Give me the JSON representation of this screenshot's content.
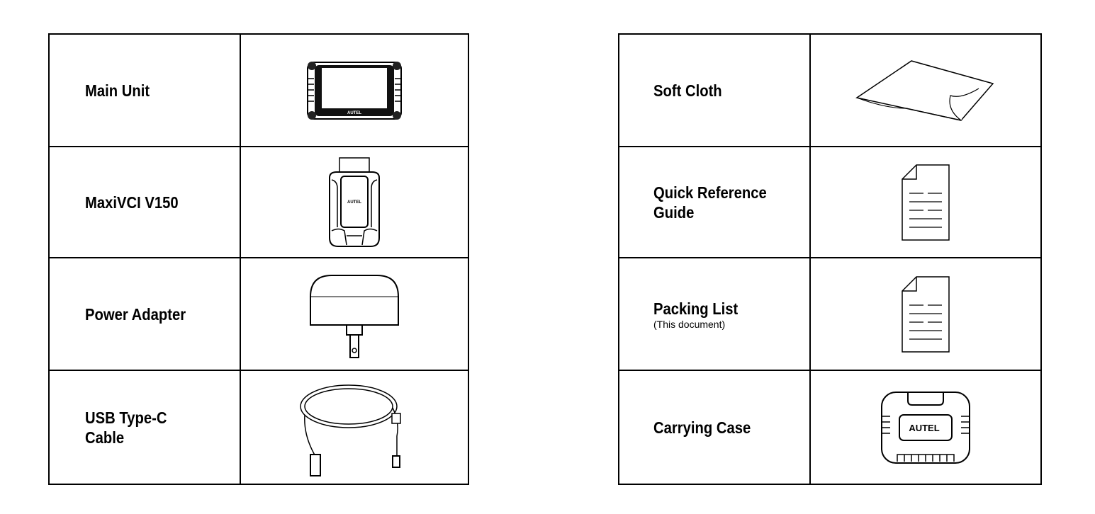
{
  "left_table": [
    {
      "label": "Main Unit",
      "icon": "tablet-icon",
      "logo_text": "AUTEL"
    },
    {
      "label": "MaxiVCI V150",
      "icon": "vci-dongle-icon",
      "logo_text": "AUTEL"
    },
    {
      "label": "Power Adapter",
      "icon": "power-adapter-icon"
    },
    {
      "label": "USB Type-C\nCable",
      "icon": "usb-cable-icon"
    }
  ],
  "right_table": [
    {
      "label": "Soft Cloth",
      "icon": "cloth-icon"
    },
    {
      "label": "Quick Reference\nGuide",
      "icon": "document-icon"
    },
    {
      "label": "Packing List",
      "sublabel": "(This document)",
      "icon": "document-icon"
    },
    {
      "label": "Carrying Case",
      "icon": "carrying-case-icon",
      "logo_text": "AUTEL"
    }
  ]
}
